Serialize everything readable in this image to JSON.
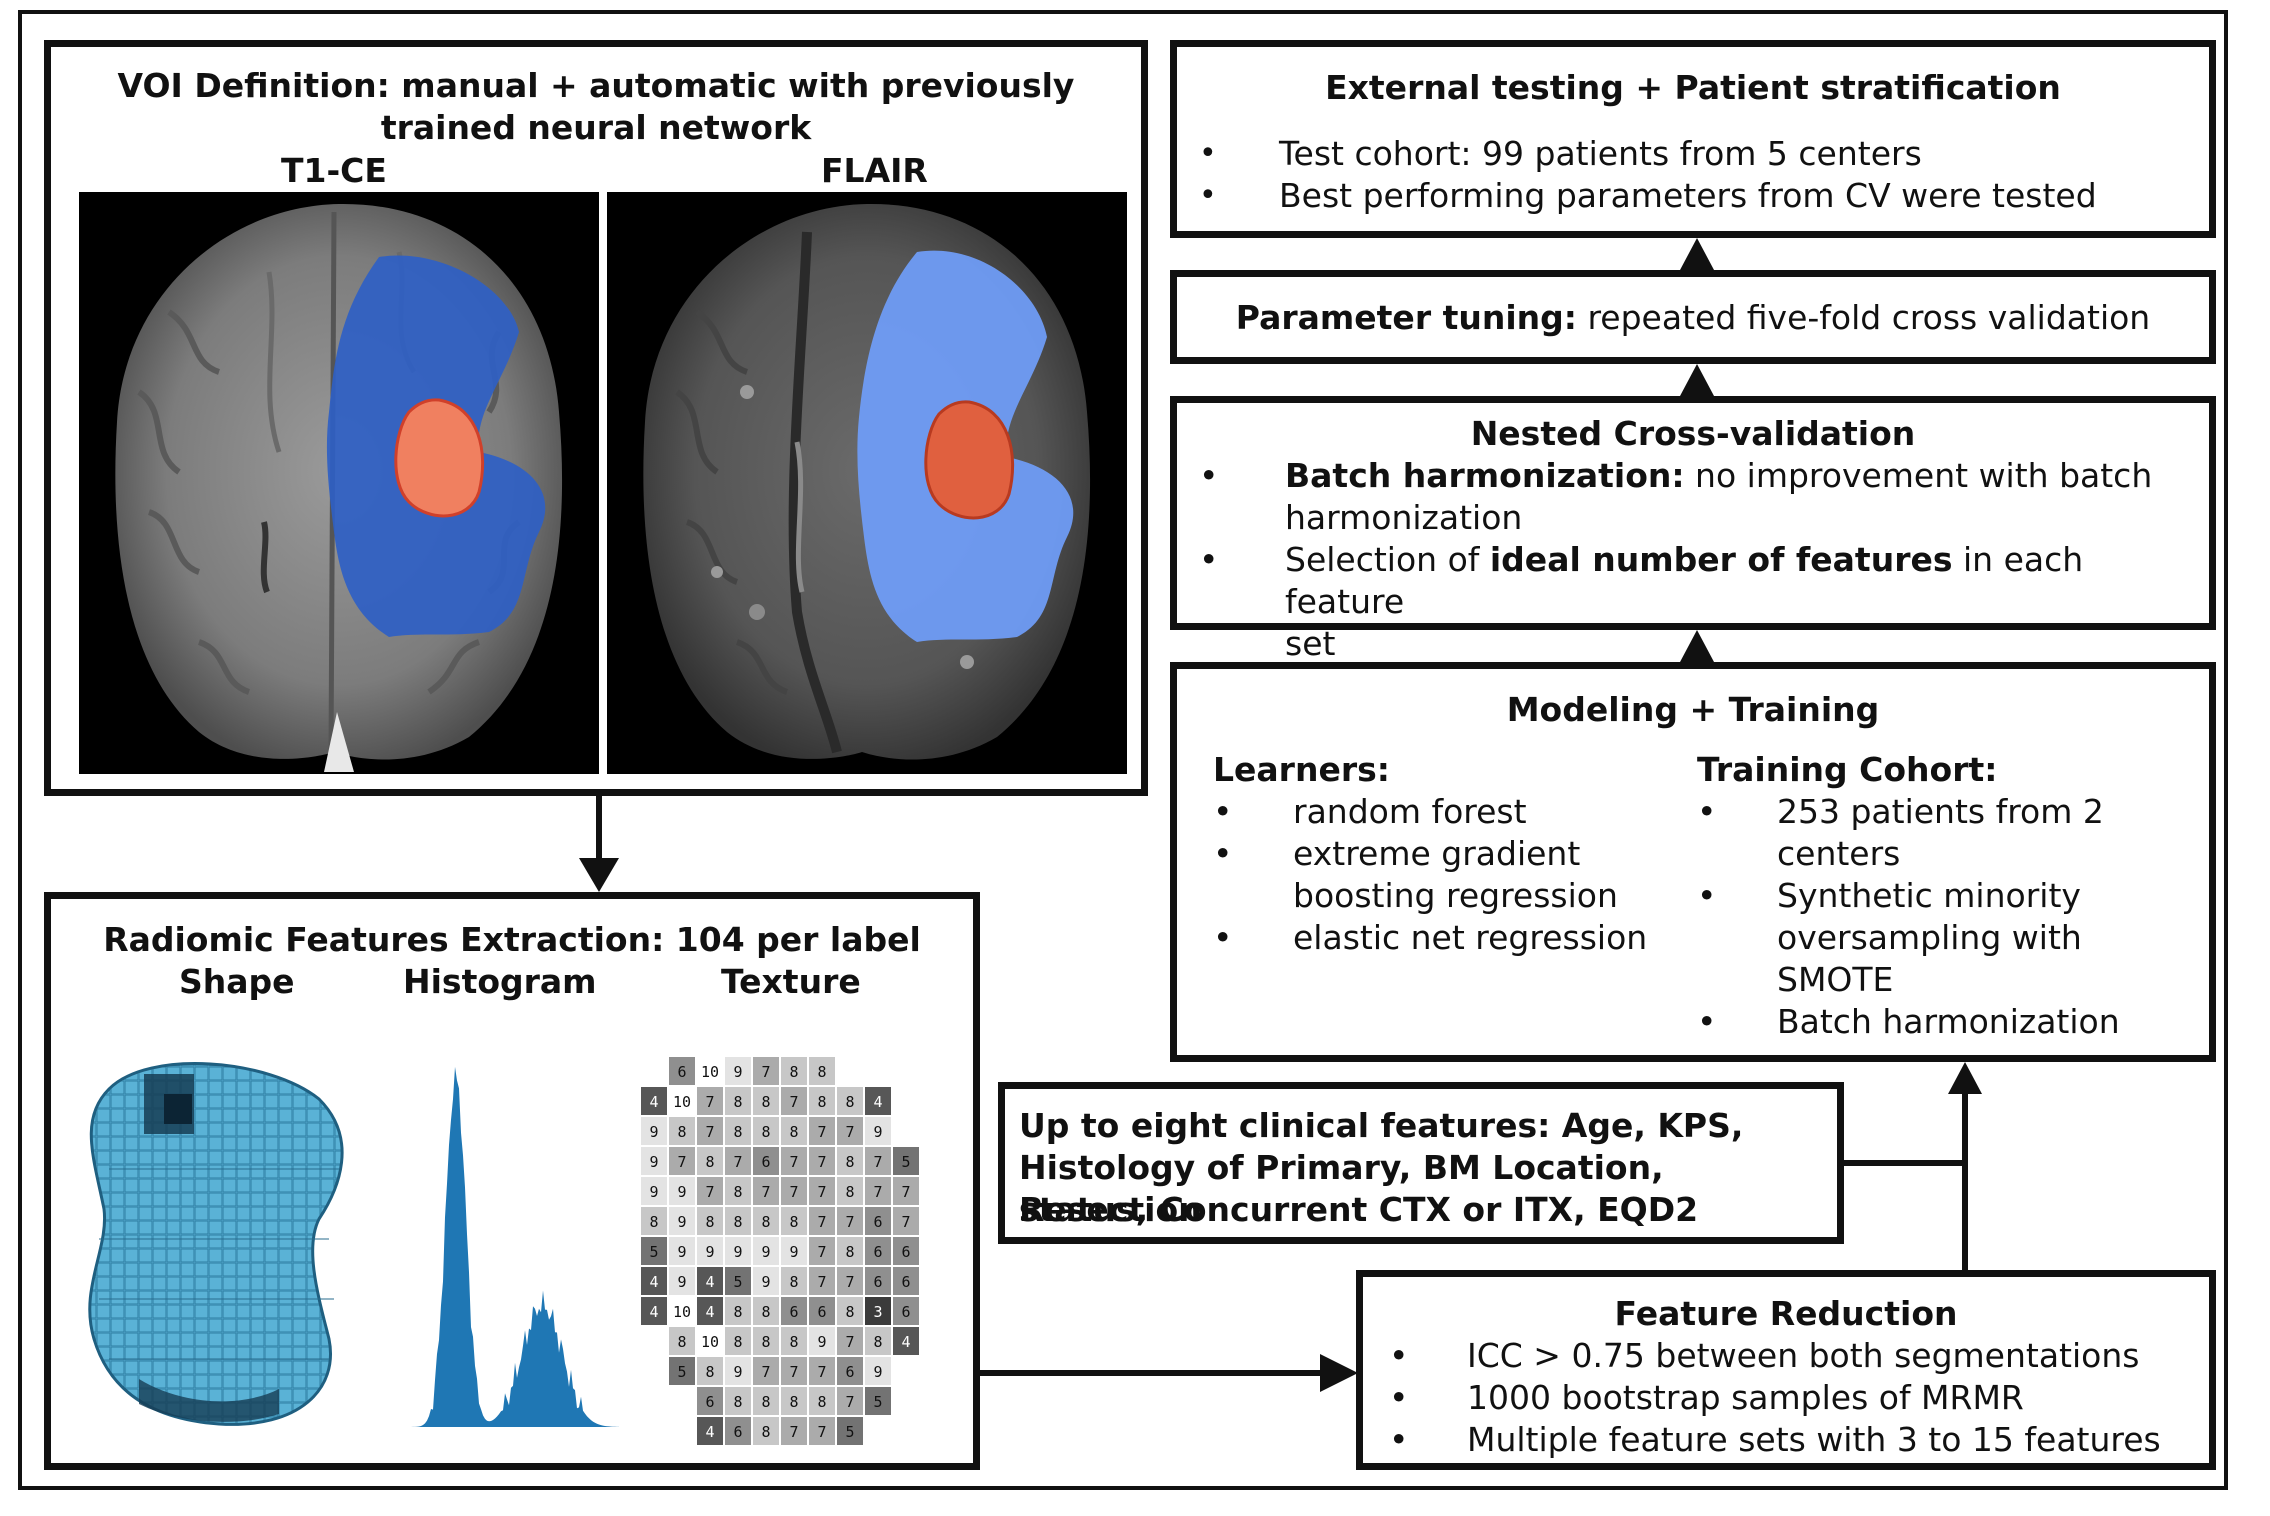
{
  "voi": {
    "title_line1": "VOI Definition: manual + automatic with previously",
    "title_line2": "trained neural network",
    "label_t1": "T1-CE",
    "label_flair": "FLAIR"
  },
  "radiomic": {
    "title": "Radiomic Features Extraction: 104 per label",
    "shape_label": "Shape",
    "histogram_label": "Histogram",
    "texture_label": "Texture"
  },
  "external": {
    "title": "External testing + Patient stratification",
    "items": [
      "Test cohort: 99 patients from 5 centers",
      "Best performing parameters from CV were tested"
    ]
  },
  "tuning": {
    "bold": "Parameter tuning:",
    "rest": " repeated five-fold cross validation"
  },
  "nested": {
    "title": "Nested Cross-validation",
    "item1_bold": "Batch harmonization:",
    "item1_rest_line1": " no improvement with batch",
    "item1_rest_line2": "harmonization",
    "item2_pre": "Selection of ",
    "item2_bold": "ideal number of features",
    "item2_post_line1": " in each feature",
    "item2_post_line2": "set"
  },
  "modeling": {
    "title": "Modeling + Training",
    "learners_title": "Learners:",
    "learners": [
      "random forest",
      "extreme gradient",
      "boosting regression",
      "elastic net regression"
    ],
    "cohort_title": "Training Cohort:",
    "cohort": [
      "253 patients from 2",
      "centers",
      "Synthetic minority",
      "oversampling with",
      "SMOTE",
      "Batch harmonization"
    ]
  },
  "clinical": {
    "line1": "Up to eight clinical features: Age, KPS,",
    "line2": "Histology of Primary, BM Location, Resection",
    "line3": "status, Concurrent CTX or ITX, EQD2"
  },
  "reduction": {
    "title": "Feature Reduction",
    "items": [
      "ICC > 0.75 between both segmentations",
      "1000 bootstrap samples of MRMR",
      "Multiple feature sets with 3 to 15 features"
    ]
  },
  "bullet": "•",
  "texture_grid": [
    [
      "",
      "6",
      "10",
      "9",
      "7",
      "8",
      "8",
      "",
      "",
      ""
    ],
    [
      "4",
      "10",
      "7",
      "8",
      "8",
      "7",
      "8",
      "8",
      "4",
      ""
    ],
    [
      "9",
      "8",
      "7",
      "8",
      "8",
      "8",
      "7",
      "7",
      "9",
      ""
    ],
    [
      "9",
      "7",
      "8",
      "7",
      "6",
      "7",
      "7",
      "8",
      "7",
      "5"
    ],
    [
      "9",
      "9",
      "7",
      "8",
      "7",
      "7",
      "7",
      "8",
      "7",
      "7"
    ],
    [
      "8",
      "9",
      "8",
      "8",
      "8",
      "8",
      "7",
      "7",
      "6",
      "7"
    ],
    [
      "5",
      "9",
      "9",
      "9",
      "9",
      "9",
      "7",
      "8",
      "6",
      "6"
    ],
    [
      "4",
      "9",
      "4",
      "5",
      "9",
      "8",
      "7",
      "7",
      "6",
      "6"
    ],
    [
      "4",
      "10",
      "4",
      "8",
      "8",
      "6",
      "6",
      "8",
      "3",
      "6"
    ],
    [
      "",
      "8",
      "10",
      "8",
      "8",
      "8",
      "9",
      "7",
      "8",
      "4"
    ],
    [
      "",
      "5",
      "8",
      "9",
      "7",
      "7",
      "7",
      "6",
      "9",
      ""
    ],
    [
      "",
      "",
      "6",
      "8",
      "8",
      "8",
      "8",
      "7",
      "5",
      ""
    ],
    [
      "",
      "",
      "4",
      "6",
      "8",
      "7",
      "7",
      "5",
      "",
      ""
    ]
  ],
  "colors": {
    "edema_t1": "#2f5fc4",
    "edema_flair": "#6f9cf5",
    "tumor": "#f08060",
    "histogram": "#1f77b4",
    "shape": "#3b8fb4"
  }
}
